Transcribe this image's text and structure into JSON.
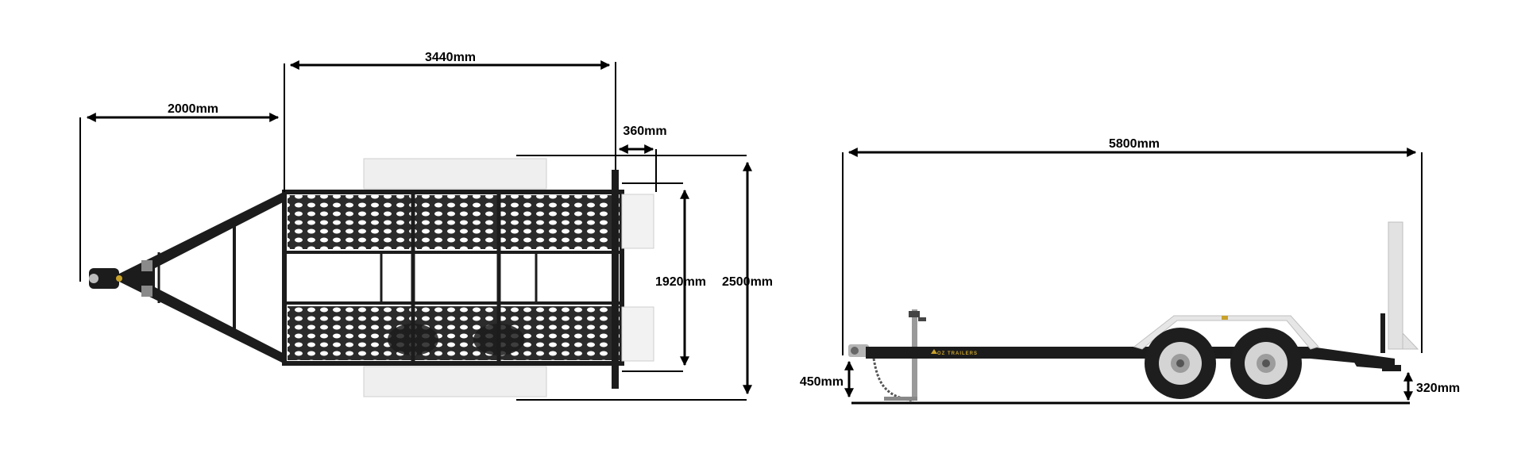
{
  "top_view": {
    "drawbar_length": "2000mm",
    "deck_length": "3440mm",
    "ramp_length": "360mm",
    "inner_width": "1920mm",
    "overall_width": "2500mm"
  },
  "side_view": {
    "overall_length": "5800mm",
    "coupling_height": "450mm",
    "ramp_height": "320mm",
    "brand": "OZ TRAILERS"
  },
  "colors": {
    "frame": "#1c1c1c",
    "mesh": "#2a2a2a",
    "wheel": "#1e1e1e",
    "rim": "#d4d4d4",
    "accent": "#c9a22a",
    "ramp": "#e2e2e2"
  }
}
